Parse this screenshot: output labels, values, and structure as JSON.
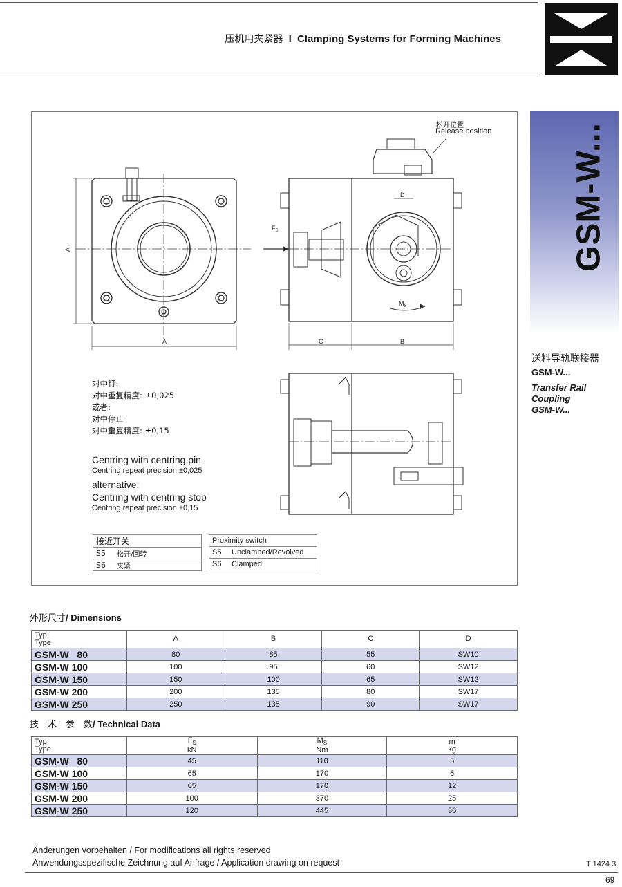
{
  "header": {
    "title_cn": "压机用夹紧器",
    "separator": "I",
    "title_en": "Clamping Systems for Forming Machines"
  },
  "product": {
    "vertical_title": "GSM-W...",
    "name_cn": "送料导轨联接器",
    "code": "GSM-W...",
    "name_en_1": "Transfer Rail",
    "name_en_2": "Coupling",
    "name_en_3": "GSM-W..."
  },
  "drawing": {
    "release_cn": "松开位置",
    "release_en": "Release position",
    "labels": {
      "A": "A",
      "B": "B",
      "C": "C",
      "D": "D",
      "Fs": "F",
      "Fs_sub": "S",
      "Ms": "M",
      "Ms_sub": "S"
    },
    "notes_cn": [
      "对中钉:",
      "对中重复精度: ±0,025",
      "或者:",
      "对中停止",
      "对中重复精度: ±0,15"
    ],
    "notes_en": {
      "line1": "Centring with centring pin",
      "line2": "Centring repeat precision ±0,025",
      "line3": "alternative:",
      "line4": "Centring with centring stop",
      "line5": "Centring repeat precision ±0,15"
    },
    "switch_cn": {
      "header": "接近开关",
      "rows": [
        [
          "S5",
          "松开/回转"
        ],
        [
          "S6",
          "夹紧"
        ]
      ]
    },
    "switch_en": {
      "header": "Proximity switch",
      "rows": [
        [
          "S5",
          "Unclamped/Revolved"
        ],
        [
          "S6",
          "Clamped"
        ]
      ]
    }
  },
  "dimensions": {
    "title_cn": "外形尺寸",
    "title_en": "/ Dimensions",
    "head": {
      "typ1": "Typ",
      "typ2": "Type",
      "a": "A",
      "b": "B",
      "c": "C",
      "d": "D"
    },
    "rows": [
      [
        "GSM-W   80",
        "80",
        "85",
        "55",
        "SW10"
      ],
      [
        "GSM-W 100",
        "100",
        "95",
        "60",
        "SW12"
      ],
      [
        "GSM-W 150",
        "150",
        "100",
        "65",
        "SW12"
      ],
      [
        "GSM-W 200",
        "200",
        "135",
        "80",
        "SW17"
      ],
      [
        "GSM-W 250",
        "250",
        "135",
        "90",
        "SW17"
      ]
    ]
  },
  "technical": {
    "title_cn": "技　术　参　数",
    "title_en": "/ Technical Data",
    "head": {
      "typ1": "Typ",
      "typ2": "Type",
      "fs": "F",
      "fs_sub": "S",
      "fs_unit": "kN",
      "ms": "M",
      "ms_sub": "S",
      "ms_unit": "Nm",
      "m": "m",
      "m_unit": "kg"
    },
    "rows": [
      [
        "GSM-W   80",
        "45",
        "110",
        "5"
      ],
      [
        "GSM-W 100",
        "65",
        "170",
        "6"
      ],
      [
        "GSM-W 150",
        "65",
        "170",
        "12"
      ],
      [
        "GSM-W 200",
        "100",
        "370",
        "25"
      ],
      [
        "GSM-W 250",
        "120",
        "445",
        "36"
      ]
    ]
  },
  "footer": {
    "line1": "Änderungen vorbehalten / For modifications all rights reserved",
    "line2": "Anwendungsspezifische Zeichnung auf Anfrage / Application drawing on request",
    "docref": "T 1424.3",
    "page": "69"
  }
}
